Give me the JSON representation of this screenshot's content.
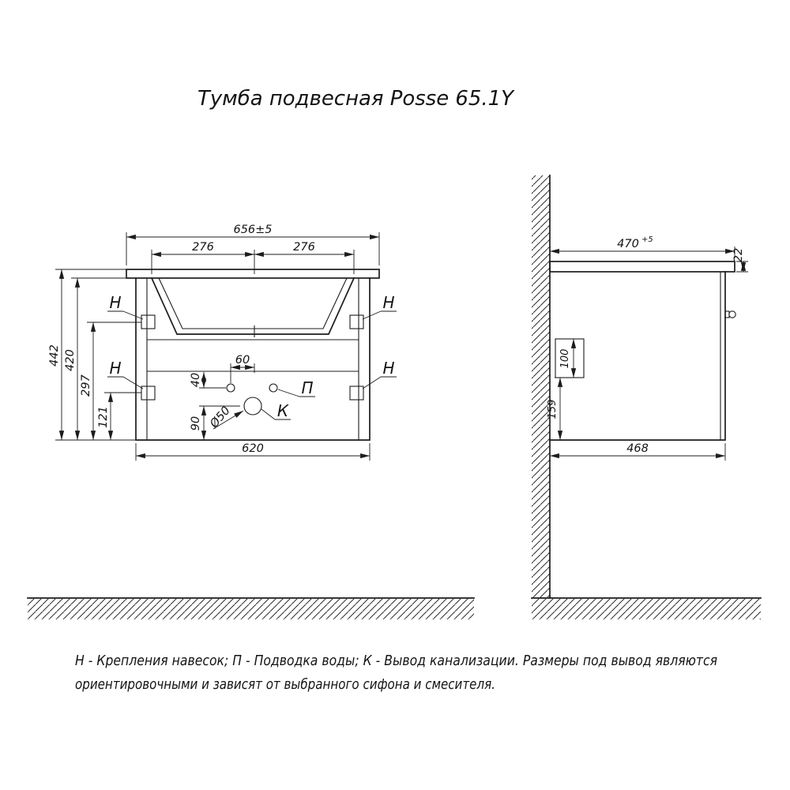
{
  "title": "Тумба подвесная Posse 65.1Y",
  "front": {
    "w656": "656±5",
    "w276l": "276",
    "w276r": "276",
    "h442": "442",
    "h420": "420",
    "h297": "297",
    "h121": "121",
    "d40": "40",
    "d60": "60",
    "d90": "90",
    "dia50": "Ø50",
    "w620": "620",
    "hook": "Н",
    "water": "П",
    "sewer": "К"
  },
  "side": {
    "d470": "470",
    "d470sup": "+5",
    "t22": "22",
    "d100": "100",
    "d159": "159",
    "d468": "468"
  },
  "legend": {
    "line1": "Н - Крепления навесок; П - Подводка воды; К - Вывод канализации. Размеры под вывод являются",
    "line2": "ориентировочными и зависят от выбранного сифона и смесителя."
  },
  "ink": "#1c1c1c"
}
